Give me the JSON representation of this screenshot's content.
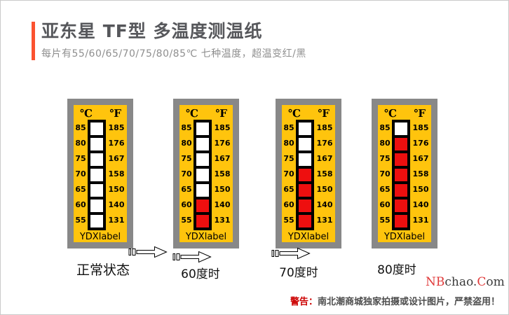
{
  "page": {
    "title_block": {
      "title": "亚东星 TF型 多温度测温纸",
      "subtitle": "每片有55/60/65/70/75/80/85℃ 七种温度，超温变红/黑"
    },
    "strip_template": {
      "celsius_header": "℃",
      "fahrenheit_header": "℉",
      "celsius_scale": [
        "85",
        "80",
        "75",
        "70",
        "65",
        "60",
        "55"
      ],
      "fahrenheit_scale": [
        "185",
        "176",
        "167",
        "158",
        "150",
        "140",
        "131"
      ],
      "brand": "YDXlabel"
    },
    "strips": [
      {
        "caption": "正常状态",
        "cells": [
          "white",
          "white",
          "white",
          "white",
          "white",
          "white",
          "white"
        ]
      },
      {
        "caption": "60度时",
        "cells": [
          "white",
          "white",
          "white",
          "white",
          "white",
          "red",
          "red"
        ]
      },
      {
        "caption": "70度时",
        "cells": [
          "white",
          "white",
          "white",
          "red",
          "red",
          "red",
          "red"
        ]
      },
      {
        "caption": "80度时",
        "cells": [
          "white",
          "red",
          "red",
          "red",
          "red",
          "red",
          "red"
        ]
      }
    ],
    "watermark_parts": [
      {
        "text": "NB",
        "color": "#e03a3a"
      },
      {
        "text": "chao.",
        "color": "#3b3b3b"
      },
      {
        "text": "C",
        "color": "#e03a3a"
      },
      {
        "text": "om",
        "color": "#3b3b3b"
      }
    ],
    "warning": {
      "prefix": "警告：",
      "text": "南北潮商城独家拍摄或设计图片，严禁盗用！"
    },
    "colors": {
      "accent_bar": "#fb5230",
      "label_yellow": "#ffc40d",
      "frame_gray": "#888888",
      "cell_red": "#ee0f0f",
      "warning_red": "#cc0000"
    }
  }
}
